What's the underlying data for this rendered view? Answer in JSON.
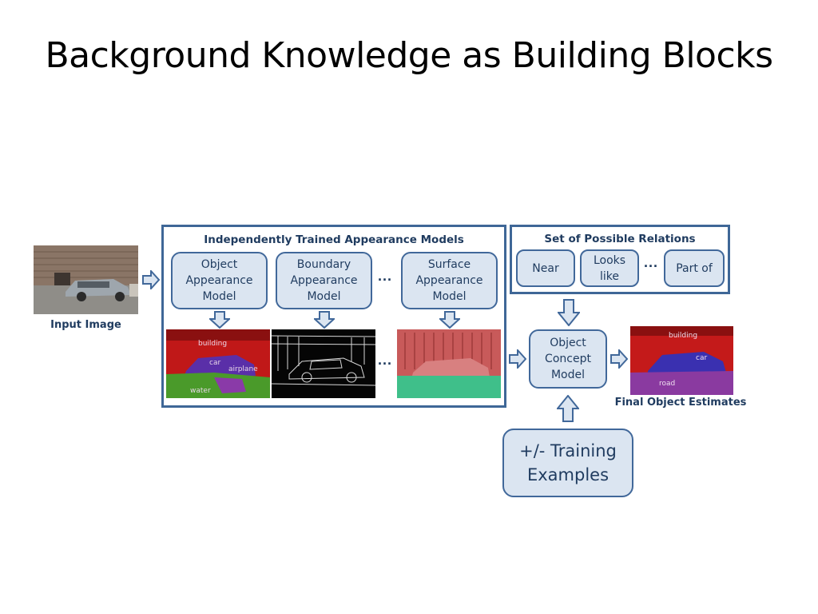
{
  "slide": {
    "title": "Background Knowledge as Building Blocks"
  },
  "input": {
    "caption": "Input Image"
  },
  "appearance_panel": {
    "title": "Independently Trained Appearance Models",
    "models": [
      "Object\nAppearance\nModel",
      "Boundary\nAppearance\nModel",
      "Surface\nAppearance\nModel"
    ],
    "ellipsis": "...",
    "object_map_labels": [
      "building",
      "car",
      "airplane",
      "water"
    ]
  },
  "relations_panel": {
    "title": "Set of Possible Relations",
    "relations": [
      "Near",
      "Looks\nlike",
      "Part of"
    ],
    "ellipsis": "..."
  },
  "concept_model": {
    "label": "Object\nConcept\nModel"
  },
  "training": {
    "label": "+/- Training\nExamples"
  },
  "output": {
    "caption": "Final Object Estimates",
    "labels": [
      "building",
      "car",
      "road"
    ]
  },
  "colors": {
    "box_fill": "#dbe5f1",
    "box_border": "#41689a",
    "text_dark_blue": "#1f3b5f"
  }
}
